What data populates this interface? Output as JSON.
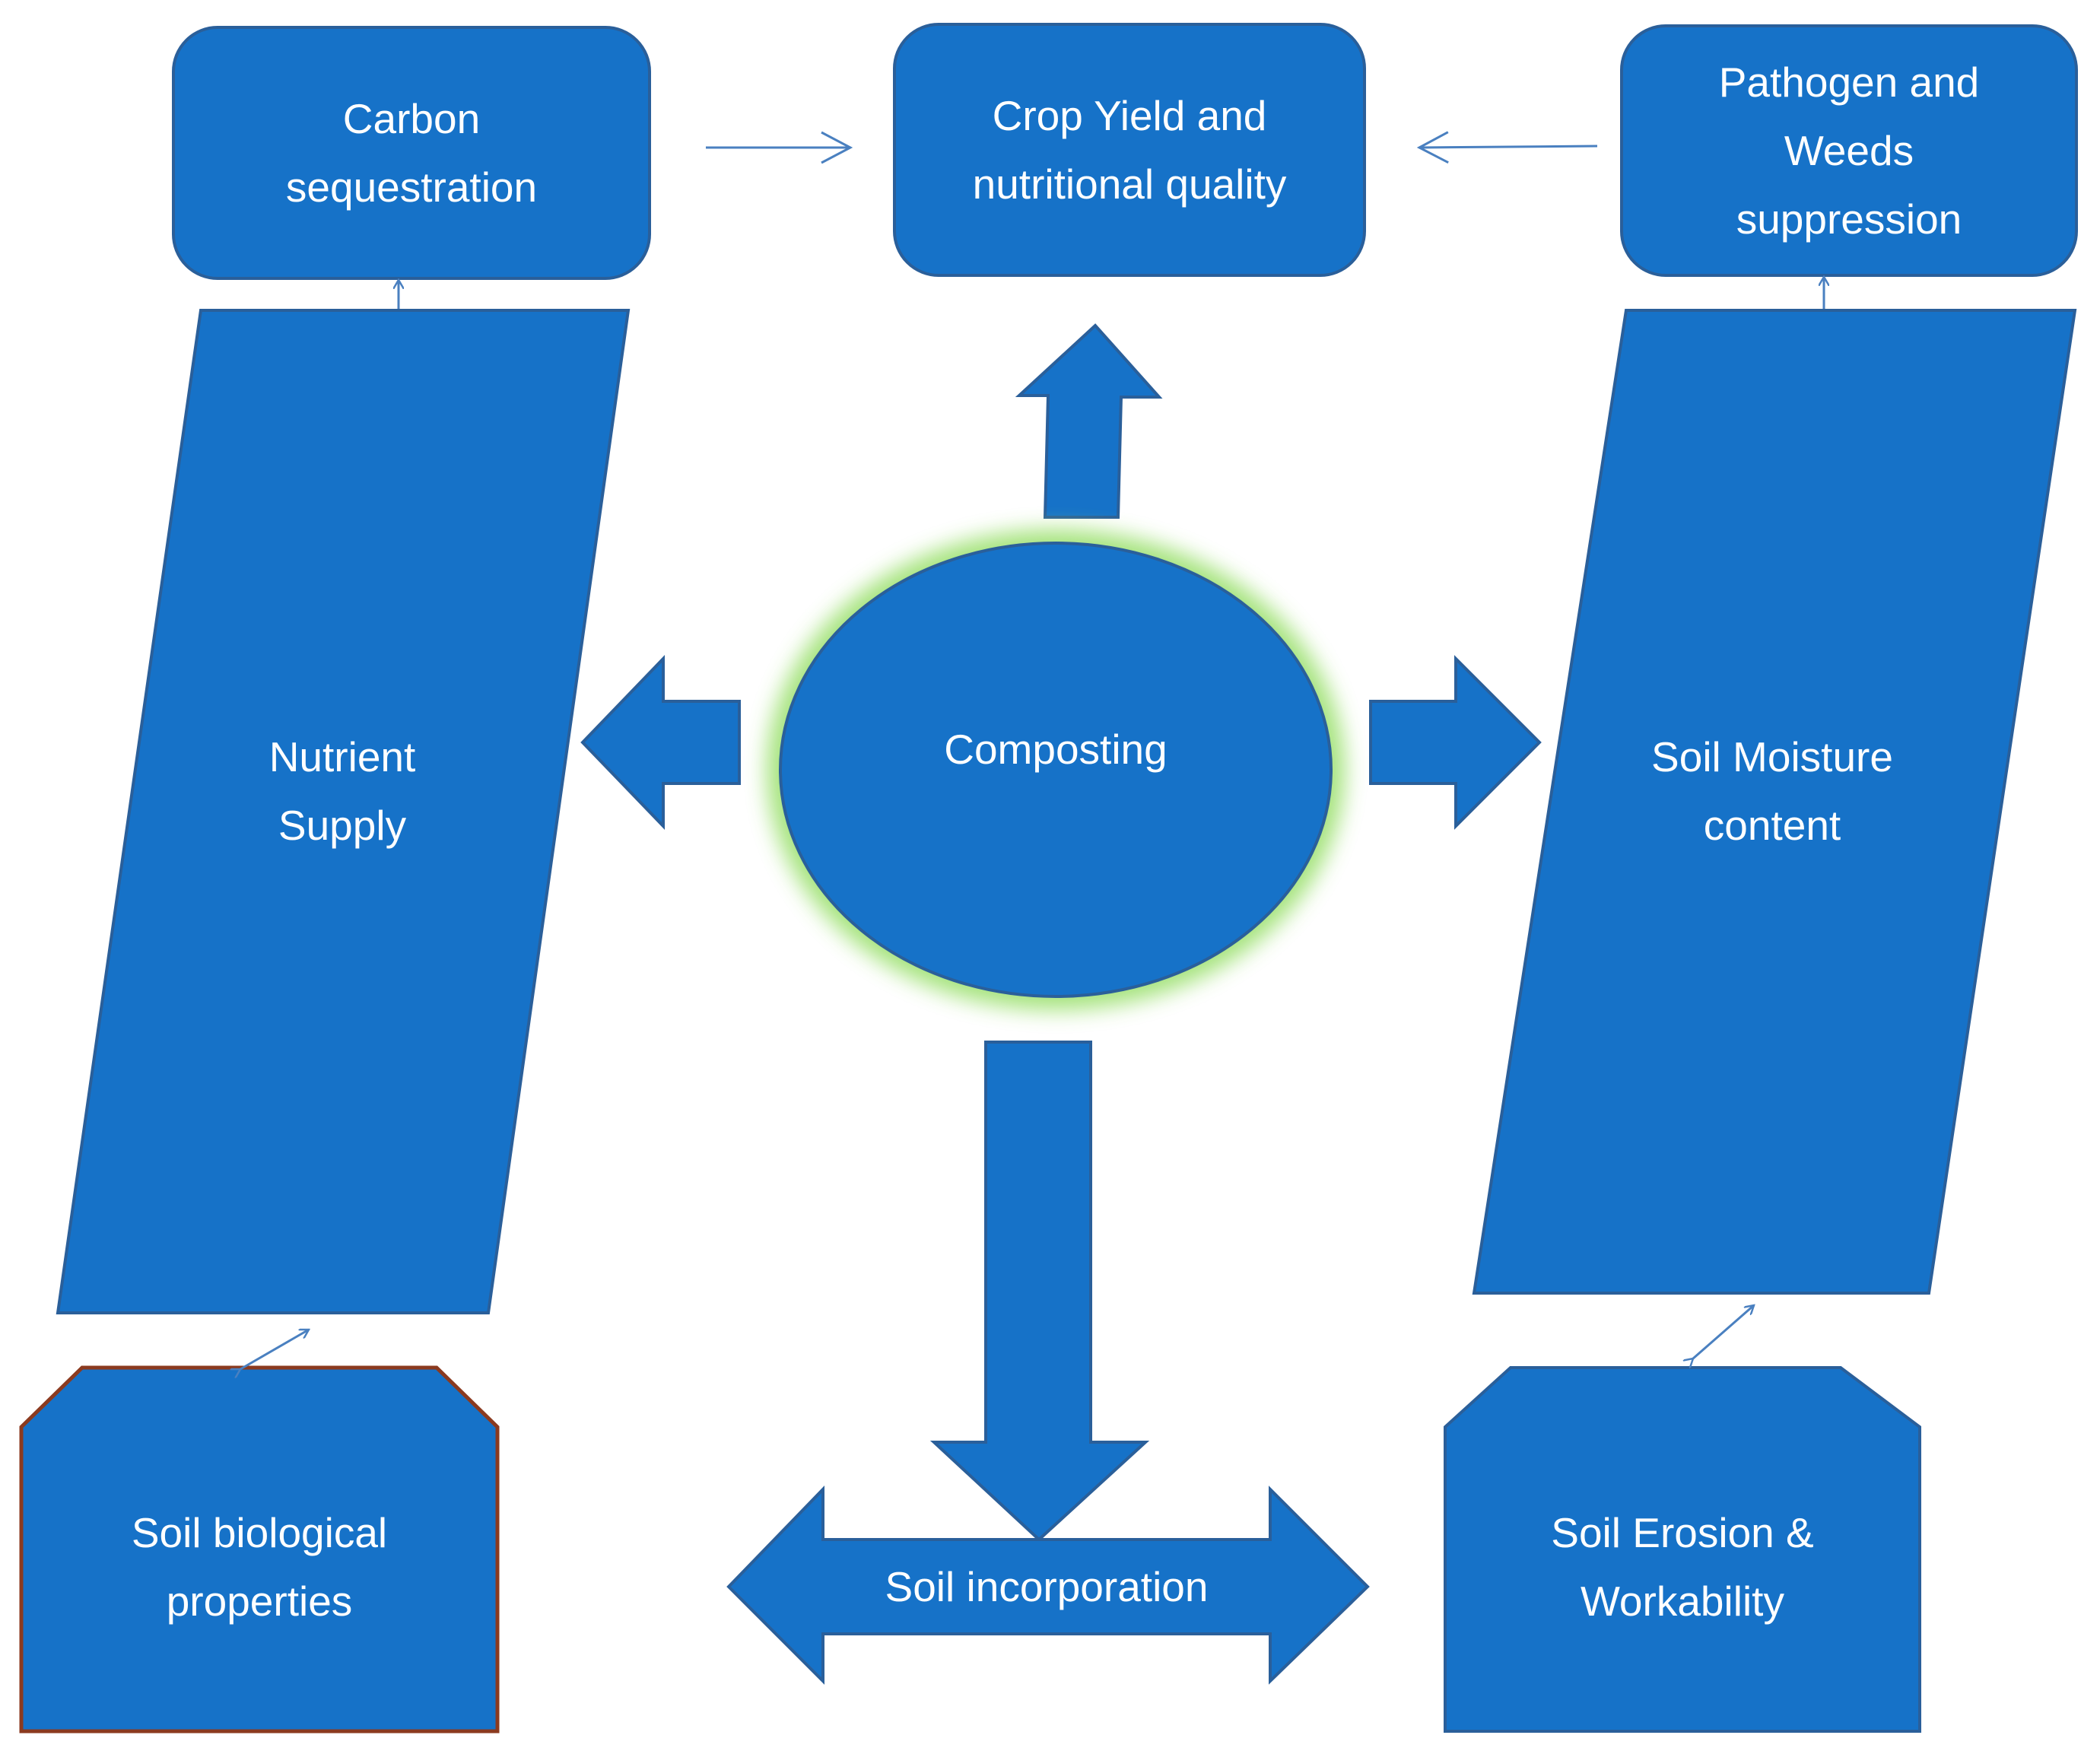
{
  "colors": {
    "fill": "#1672c8",
    "stroke": "#2a5f9a",
    "text": "#ffffff",
    "glow": "#9be06e",
    "biological_outline": "#8b3a1f",
    "thin_arrow": "#4a80c0"
  },
  "nodes": {
    "carbon": "Carbon\nsequestration",
    "crop": "Crop Yield and\nnutritional quality",
    "pathogen": "Pathogen and\nWeeds\nsuppression",
    "nutrient": "Nutrient\nSupply",
    "composting": "Composting",
    "moisture": "Soil Moisture\ncontent",
    "biological": "Soil biological\nproperties",
    "incorporation": "Soil incorporation",
    "erosion": "Soil Erosion &\nWorkability"
  }
}
